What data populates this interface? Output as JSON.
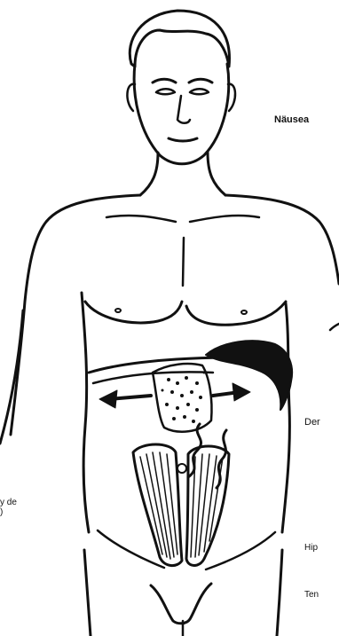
{
  "labels": {
    "nausea": "Näusea",
    "der": "Der",
    "left_line1": "y de",
    "left_line2": ")",
    "hip": "Hip",
    "ten": "Ten"
  },
  "colors": {
    "ink": "#111111",
    "background": "#ffffff"
  }
}
